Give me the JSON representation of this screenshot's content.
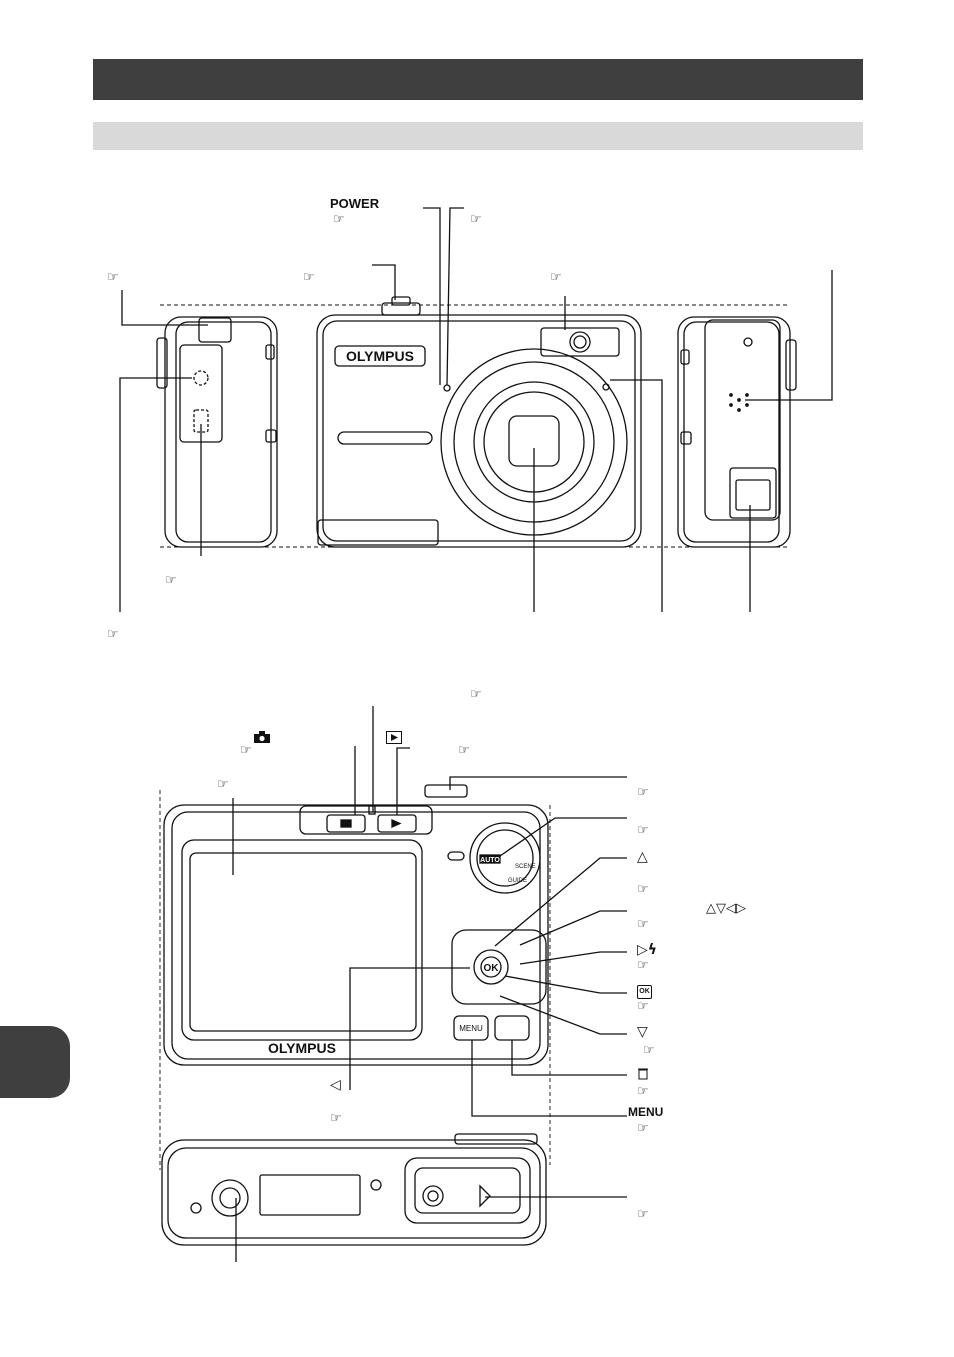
{
  "labels": {
    "power": "POWER",
    "menu": "MENU",
    "ok": "OK",
    "menu_key": "MENU",
    "brand_front": "OLYMPUS",
    "brand_back": "OLYMPUS",
    "dial_auto": "AUTO",
    "dial_guide": "GUIDE",
    "dial_scene": "SCENE"
  },
  "icons": {
    "page_ref": "☞",
    "camera": "camera-icon",
    "playback": "playback-icon",
    "arrows": "△▽◁▷",
    "up_combo": "△",
    "right_flash": "▷ϟ",
    "down_timer": "▽",
    "left_macro": "◁",
    "erase": "erase-icon"
  }
}
